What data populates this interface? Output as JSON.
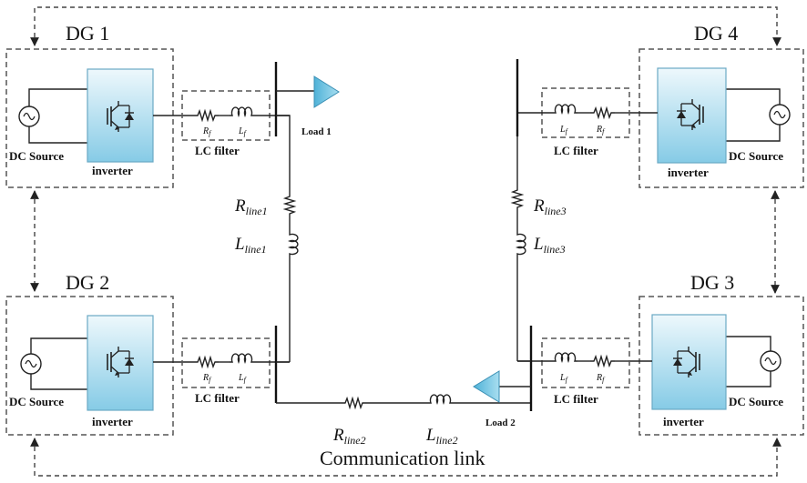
{
  "dg_units": [
    {
      "id": "dg1",
      "label": "DG 1",
      "source_label": "DC Source",
      "inverter_label": "inverter",
      "filter_label": "LC filter",
      "r_label": "R",
      "r_sub": "f",
      "l_label": "L",
      "l_sub": "f"
    },
    {
      "id": "dg2",
      "label": "DG 2",
      "source_label": "DC Source",
      "inverter_label": "inverter",
      "filter_label": "LC filter",
      "r_label": "R",
      "r_sub": "f",
      "l_label": "L",
      "l_sub": "f"
    },
    {
      "id": "dg3",
      "label": "DG 3",
      "source_label": "DC Source",
      "inverter_label": "inverter",
      "filter_label": "LC filter",
      "r_label": "R",
      "r_sub": "f",
      "l_label": "L",
      "l_sub": "f"
    },
    {
      "id": "dg4",
      "label": "DG 4",
      "source_label": "DC Source",
      "inverter_label": "inverter",
      "filter_label": "LC filter",
      "r_label": "R",
      "r_sub": "f",
      "l_label": "L",
      "l_sub": "f"
    }
  ],
  "loads": {
    "load1": "Load 1",
    "load2": "Load 2"
  },
  "lines": {
    "rline1": {
      "main": "R",
      "sub": "line1"
    },
    "lline1": {
      "main": "L",
      "sub": "line1"
    },
    "rline2": {
      "main": "R",
      "sub": "line2"
    },
    "lline2": {
      "main": "L",
      "sub": "line2"
    },
    "rline3": {
      "main": "R",
      "sub": "line3"
    },
    "lline3": {
      "main": "L",
      "sub": "line3"
    }
  },
  "communication_label": "Communication link",
  "colors": {
    "inverter_fill_top": "#e8f5fb",
    "inverter_fill_bottom": "#8fd0ea",
    "load_fill": "#7cc6e2",
    "line": "#222222"
  }
}
